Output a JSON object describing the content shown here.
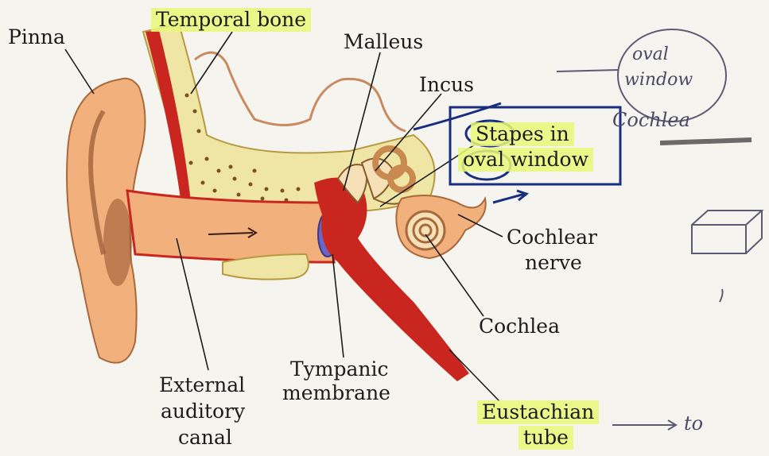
{
  "labels": {
    "pinna": "Pinna",
    "temporal_bone": "Temporal bone",
    "malleus": "Malleus",
    "incus": "Incus",
    "stapes_line1": "Stapes in",
    "stapes_line2": "oval window",
    "cochlear_nerve_line1": "Cochlear",
    "cochlear_nerve_line2": "nerve",
    "cochlea": "Cochlea",
    "tympanic_line1": "Tympanic",
    "tympanic_line2": "membrane",
    "external_line1": "External",
    "external_line2": "auditory",
    "external_line3": "canal",
    "eustachian_line1": "Eustachian",
    "eustachian_line2": "tube"
  },
  "handwriting": {
    "oval_window_line1": "oval",
    "oval_window_line2": "window",
    "cochlea_note": "Cochlea",
    "to_note": "to"
  },
  "colors": {
    "highlight": "#e8f878",
    "skin": "#f1b07c",
    "bone": "#efe6a6",
    "red": "#c8261e",
    "blue_ink": "#1a2e80"
  }
}
